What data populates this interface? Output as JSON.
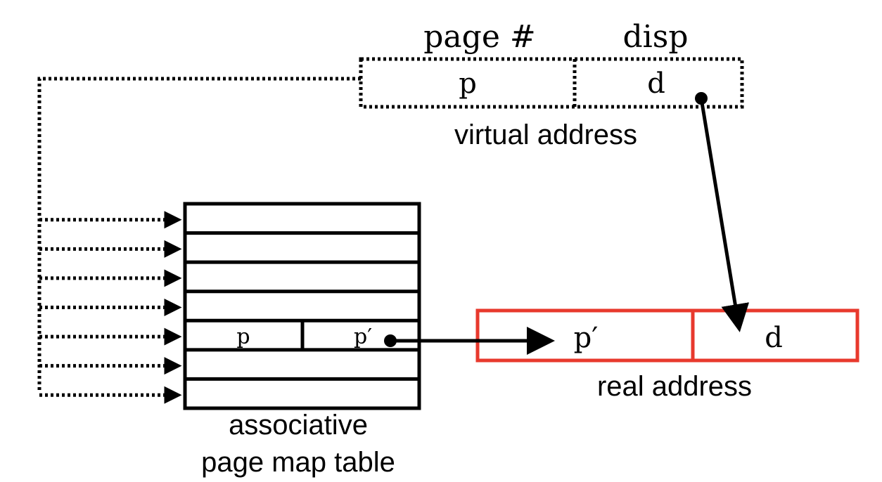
{
  "virtual_address": {
    "caption": "virtual address",
    "page_header": "page #",
    "disp_header": "disp",
    "page_cell": "p",
    "disp_cell": "d"
  },
  "table": {
    "caption_line1": "associative",
    "caption_line2": "page map table",
    "row_count": 7,
    "highlight_row_index": 4,
    "highlight_key": "p",
    "highlight_value": "p′"
  },
  "real_address": {
    "caption": "real address",
    "frame_cell": "p′",
    "disp_cell": "d",
    "border_color": "#e8392d"
  }
}
